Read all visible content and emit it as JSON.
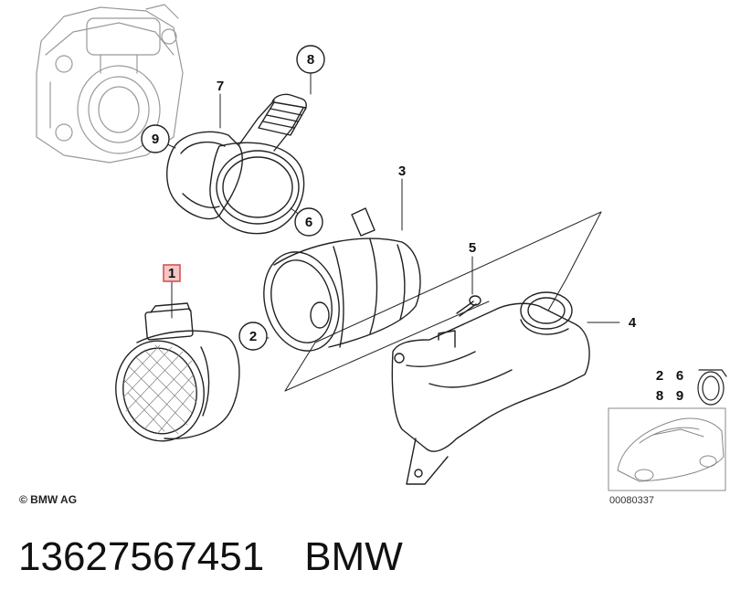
{
  "diagram": {
    "callouts": [
      {
        "id": "1",
        "style": "square-highlight"
      },
      {
        "id": "2",
        "style": "circle"
      },
      {
        "id": "3",
        "style": "plain"
      },
      {
        "id": "4",
        "style": "plain"
      },
      {
        "id": "5",
        "style": "plain"
      },
      {
        "id": "6",
        "style": "circle"
      },
      {
        "id": "7",
        "style": "plain"
      },
      {
        "id": "8",
        "style": "circle"
      },
      {
        "id": "9",
        "style": "circle"
      }
    ],
    "kit_numbers": [
      "2",
      "6",
      "8",
      "9"
    ],
    "highlight_color": "#d9534f",
    "line_color": "#222222"
  },
  "copyright": "© BMW AG",
  "reference_code": "00080337",
  "footer": {
    "part_number": "13627567451",
    "brand": "BMW"
  }
}
